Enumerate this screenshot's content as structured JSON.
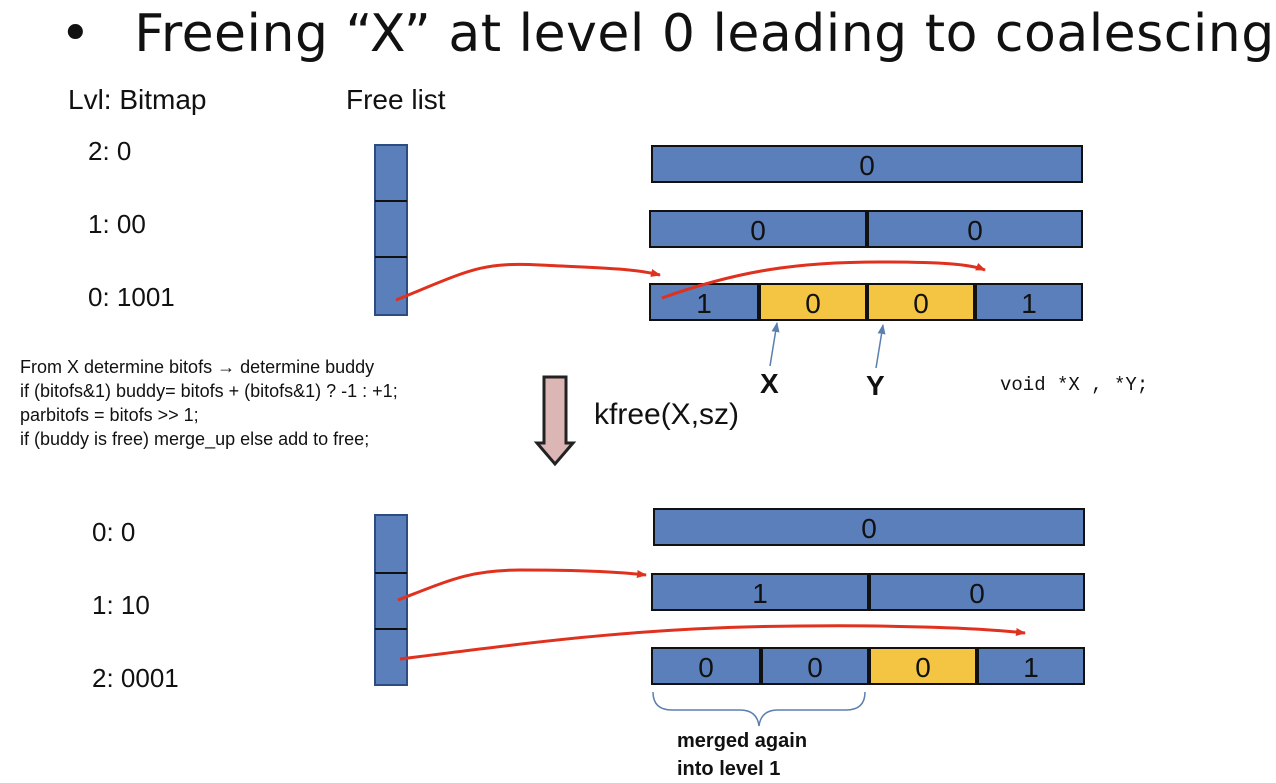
{
  "title": {
    "bullet": "•",
    "text": "Freeing “X” at level 0 leading to coalescing"
  },
  "headers": {
    "level_bitmap": "Lvl:  Bitmap",
    "free_list": "Free list"
  },
  "before": {
    "bitmaps": [
      "2:  0",
      "1:  00",
      "0:  1001"
    ],
    "levels": {
      "level2": [
        {
          "value": "0",
          "color": "blue"
        }
      ],
      "level1": [
        {
          "value": "0",
          "color": "blue"
        },
        {
          "value": "0",
          "color": "blue"
        }
      ],
      "level0": [
        {
          "value": "1",
          "color": "blue"
        },
        {
          "value": "0",
          "color": "yellow"
        },
        {
          "value": "0",
          "color": "yellow"
        },
        {
          "value": "1",
          "color": "blue"
        }
      ]
    },
    "pointers": [
      "X",
      "Y"
    ]
  },
  "code_lines": [
    "From X determine bitofs → determine buddy",
    "if (bitofs&1) buddy= bitofs + (bitofs&1) ? -1 : +1;",
    "parbitofs = bitofs >> 1;",
    "if (buddy is free) merge_up else add to free;"
  ],
  "operation": "kfree(X,sz)",
  "declaration": "void *X , *Y;",
  "after": {
    "bitmaps": [
      "0:  0",
      "1:  10",
      "2:  0001"
    ],
    "levels": {
      "level2": [
        {
          "value": "0",
          "color": "blue"
        }
      ],
      "level1": [
        {
          "value": "1",
          "color": "blue"
        },
        {
          "value": "0",
          "color": "blue"
        }
      ],
      "level0": [
        {
          "value": "0",
          "color": "blue"
        },
        {
          "value": "0",
          "color": "blue"
        },
        {
          "value": "0",
          "color": "yellow"
        },
        {
          "value": "1",
          "color": "blue"
        }
      ]
    }
  },
  "merged_note": [
    "merged again",
    "into level 1"
  ],
  "colors": {
    "blue": "#5a7fba",
    "yellow": "#f4c542",
    "arrow_red": "#e0301e",
    "pointer_arrow": "#5b7fb0",
    "down_arrow_fill": "#dcb5b5"
  }
}
